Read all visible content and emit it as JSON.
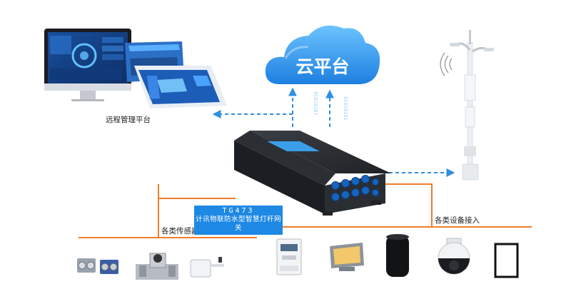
{
  "cloud": {
    "label": "云平台"
  },
  "remote": {
    "label": "远程管理平台"
  },
  "gateway": {
    "model": "TG473",
    "name": "计讯物联防水型智慧灯杆网关"
  },
  "sensors": {
    "label": "各类传感器接入"
  },
  "devices": {
    "label": "各类设备接入"
  },
  "data_stream": {
    "text": "01010101"
  },
  "colors": {
    "accent": "#1e88e5",
    "bus": "#f07d2a",
    "arrow": "#2f8fe0"
  },
  "sensor_icons": [
    "ultrasonic-sensor-icon",
    "load-cell-icon",
    "duct-sensor-icon"
  ],
  "device_icons": [
    "electric-meter-icon",
    "flood-light-icon",
    "speaker-icon",
    "ptz-camera-icon",
    "display-screen-icon"
  ]
}
